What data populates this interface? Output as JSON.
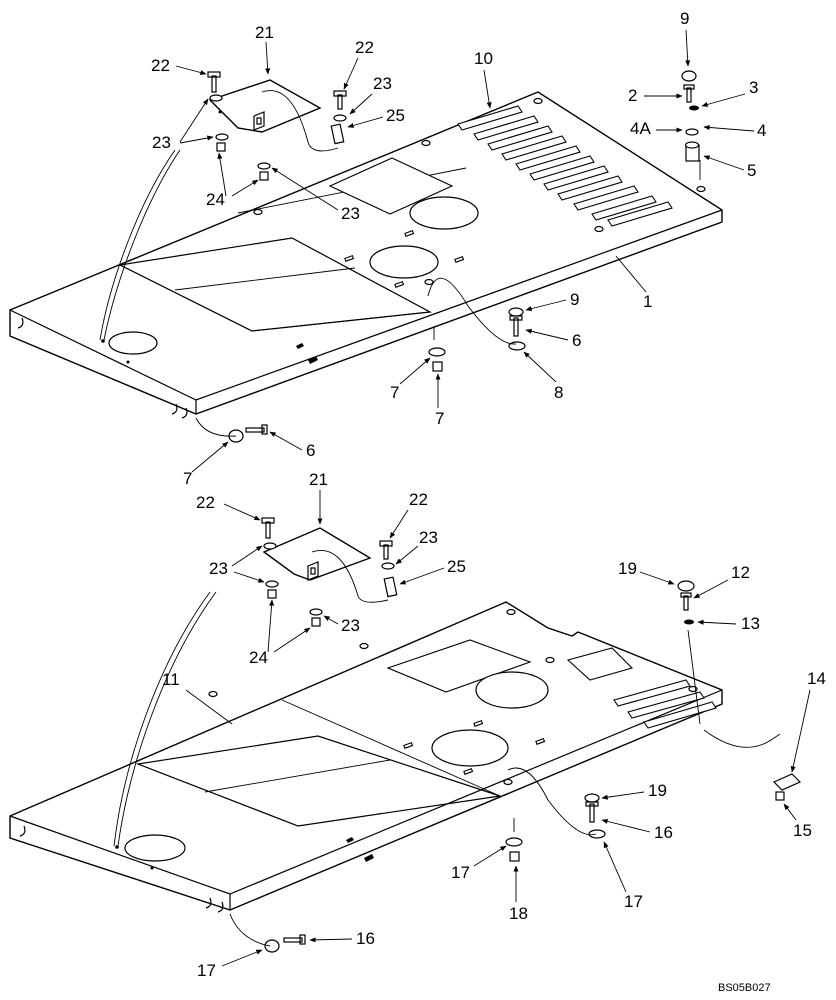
{
  "diagram": {
    "drawing_code": "BS05B027",
    "upper_assembly": {
      "callouts": [
        "21",
        "22",
        "22",
        "23",
        "23",
        "23",
        "23",
        "24",
        "25",
        "10",
        "9",
        "2",
        "3",
        "4A",
        "4",
        "5",
        "1",
        "9",
        "6",
        "7",
        "7",
        "8",
        "7",
        "6"
      ]
    },
    "lower_assembly": {
      "callouts": [
        "21",
        "22",
        "22",
        "23",
        "23",
        "23",
        "23",
        "24",
        "25",
        "19",
        "12",
        "13",
        "14",
        "15",
        "11",
        "19",
        "16",
        "17",
        "17",
        "18",
        "17",
        "16"
      ]
    }
  }
}
